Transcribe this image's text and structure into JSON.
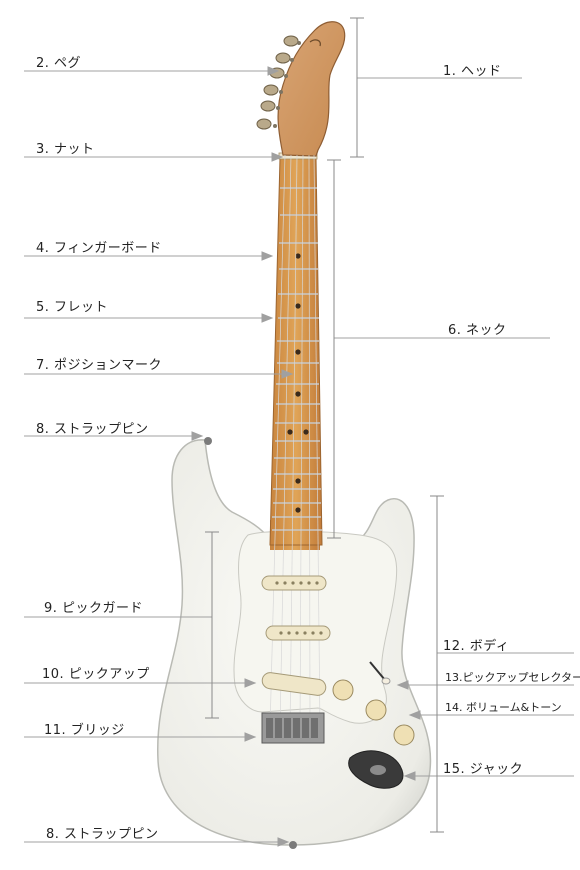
{
  "labels": {
    "head": "1. ヘッド",
    "peg": "2. ペグ",
    "nut": "3. ナット",
    "fingerboard": "4. フィンガーボード",
    "fret": "5. フレット",
    "neck": "6. ネック",
    "position_mark": "7. ポジションマーク",
    "strap_pin_top": "8. ストラップピン",
    "pickguard": "9. ピックガード",
    "pickup": "10. ピックアップ",
    "bridge": "11. ブリッジ",
    "body": "12. ボディ",
    "pickup_selector": "13.ピックアップセレクター",
    "volume_tone": "14. ボリューム&トーン",
    "jack": "15. ジャック",
    "strap_pin_bottom": "8. ストラップピン"
  },
  "colors": {
    "body": "#f1f1ec",
    "body_shadow": "#d6d7d2",
    "pickguard": "#f7f6f0",
    "maple": "#d99a4a",
    "maple_dark": "#b8763a",
    "fret": "#c9c9c9",
    "pickup": "#efe6c8",
    "leader_line": "#9a9a9a",
    "bracket": "#8a8a8a",
    "chrome": "#8c8c8c",
    "knob": "#f0e2b8"
  }
}
